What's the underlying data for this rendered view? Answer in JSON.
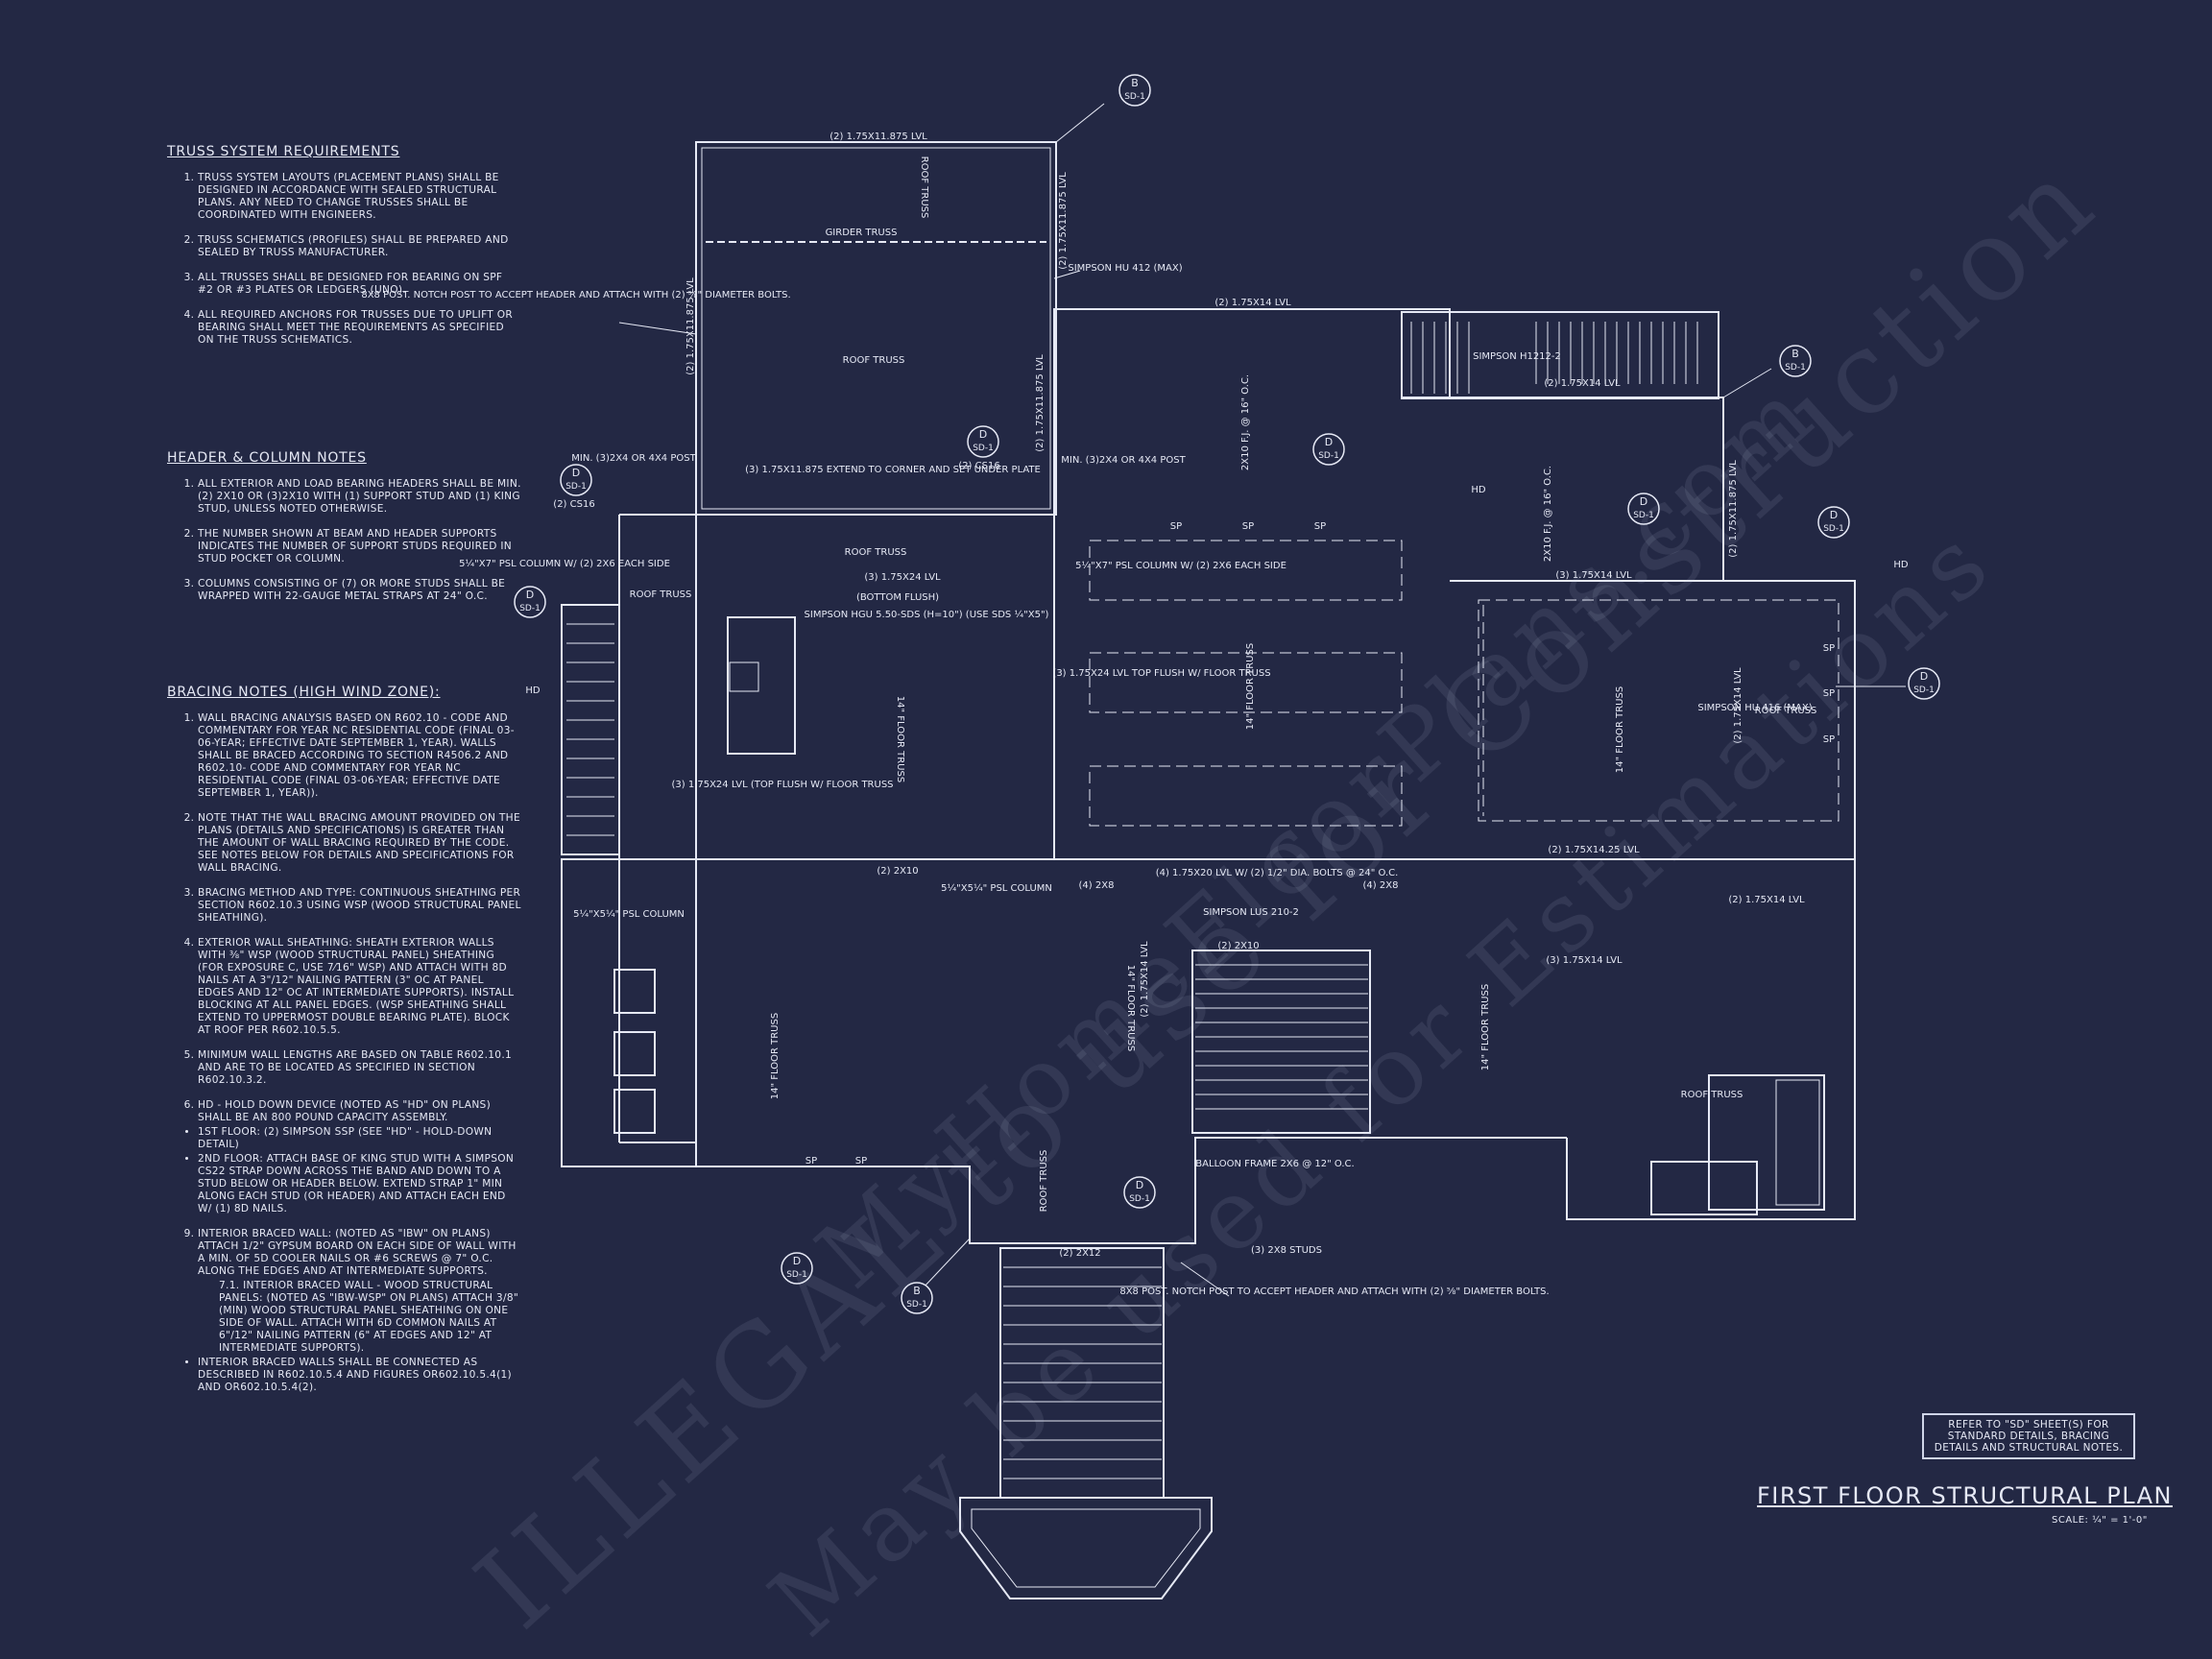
{
  "title": "FIRST FLOOR STRUCTURAL PLAN",
  "scale": "SCALE: ¼\" = 1'-0\"",
  "reference_note": "REFER TO \"SD\" SHEET(S) FOR STANDARD DETAILS, BRACING DETAILS AND STRUCTURAL NOTES.",
  "watermark": {
    "line1": "ILLEGAL to use for Construction",
    "line2": "May be used for Estimations",
    "line3": "MyHomeFloorPlans.com"
  },
  "truss_notes": {
    "heading": "TRUSS SYSTEM REQUIREMENTS",
    "items": [
      "TRUSS SYSTEM LAYOUTS (PLACEMENT PLANS) SHALL BE DESIGNED IN ACCORDANCE WITH SEALED STRUCTURAL PLANS. ANY NEED TO CHANGE TRUSSES SHALL BE COORDINATED WITH ENGINEERS.",
      "TRUSS SCHEMATICS (PROFILES) SHALL BE PREPARED AND SEALED BY TRUSS MANUFACTURER.",
      "ALL TRUSSES SHALL BE DESIGNED FOR BEARING ON SPF #2 OR #3 PLATES OR LEDGERS (UNO).",
      "ALL REQUIRED ANCHORS FOR TRUSSES DUE TO UPLIFT OR BEARING SHALL MEET THE REQUIREMENTS AS SPECIFIED ON THE TRUSS SCHEMATICS."
    ]
  },
  "header_notes": {
    "heading": "HEADER & COLUMN NOTES",
    "items": [
      "ALL EXTERIOR AND LOAD BEARING HEADERS SHALL BE MIN. (2) 2x10 OR (3)2x10 WITH (1) SUPPORT STUD AND (1) KING STUD, UNLESS NOTED OTHERWISE.",
      "THE NUMBER SHOWN AT BEAM AND HEADER SUPPORTS INDICATES THE NUMBER OF SUPPORT STUDS REQUIRED IN STUD POCKET OR COLUMN.",
      "COLUMNS CONSISTING OF (7) OR MORE STUDS SHALL BE WRAPPED WITH 22-GAUGE METAL STRAPS AT 24\" O.C."
    ]
  },
  "bracing_notes": {
    "heading": "BRACING NOTES (HIGH WIND ZONE):",
    "items": [
      "WALL BRACING ANALYSIS BASED ON R602.10 - CODE AND COMMENTARY FOR YEAR NC RESIDENTIAL CODE (FINAL 03-06-YEAR; EFFECTIVE DATE SEPTEMBER 1, YEAR). WALLS SHALL BE BRACED ACCORDING TO SECTION R4506.2 AND R602.10- CODE AND COMMENTARY FOR YEAR NC RESIDENTIAL CODE (FINAL 03-06-YEAR; EFFECTIVE DATE SEPTEMBER 1, YEAR)).",
      "NOTE THAT THE WALL BRACING AMOUNT PROVIDED ON THE PLANS (DETAILS AND SPECIFICATIONS) IS GREATER THAN THE AMOUNT OF WALL BRACING REQUIRED BY THE CODE. SEE NOTES BELOW FOR DETAILS AND SPECIFICATIONS FOR WALL BRACING.",
      "BRACING METHOD AND TYPE: CONTINUOUS SHEATHING PER SECTION R602.10.3 USING WSP (WOOD STRUCTURAL PANEL SHEATHING).",
      "EXTERIOR WALL SHEATHING: SHEATH EXTERIOR WALLS WITH ⅜\" WSP (WOOD STRUCTURAL PANEL) SHEATHING (FOR EXPOSURE C, USE 7⁄16\" WSP) AND ATTACH WITH 8d NAILS AT A 3\"/12\" NAILING PATTERN (3\" OC AT PANEL EDGES AND 12\" OC AT INTERMEDIATE SUPPORTS). INSTALL BLOCKING AT ALL PANEL EDGES. (WSP SHEATHING SHALL EXTEND TO UPPERMOST DOUBLE BEARING PLATE). BLOCK AT ROOF PER R602.10.5.5.",
      "MINIMUM WALL LENGTHS ARE BASED ON TABLE R602.10.1 AND ARE TO BE LOCATED AS SPECIFIED IN SECTION R602.10.3.2.",
      "HD - HOLD DOWN DEVICE (NOTED AS \"HD\" ON PLANS) SHALL BE AN 800 POUND CAPACITY ASSEMBLY."
    ],
    "bullets": [
      "1ST FLOOR: (2) SIMPSON SSP (SEE \"HD\" - HOLD-DOWN DETAIL)",
      "2ND FLOOR: ATTACH BASE OF KING STUD WITH A SIMPSON CS22 STRAP DOWN ACROSS THE BAND AND DOWN TO A STUD BELOW OR HEADER BELOW. EXTEND STRAP 1\" MIN ALONG EACH STUD (OR HEADER) AND ATTACH EACH END W/ (1) 8d NAILS."
    ],
    "item7": "INTERIOR BRACED WALL: (NOTED AS \"IBW\" ON PLANS) ATTACH 1/2\" GYPSUM BOARD ON EACH SIDE OF WALL WITH A MIN. OF 5d COOLER NAILS OR #6 SCREWS @ 7\" O.C. ALONG THE EDGES AND AT INTERMEDIATE SUPPORTS.",
    "item7_1": "7.1. INTERIOR BRACED WALL - WOOD STRUCTURAL PANELS: (NOTED AS \"IBW-WSP\" ON PLANS) ATTACH 3/8\" (MIN) WOOD STRUCTURAL PANEL SHEATHING ON ONE SIDE OF WALL. ATTACH WITH 6d COMMON NAILS AT 6\"/12\" NAILING PATTERN (6\" AT EDGES AND 12\" AT INTERMEDIATE SUPPORTS).",
    "last_bullet": "INTERIOR BRACED WALLS SHALL BE CONNECTED AS DESCRIBED IN R602.10.5.4 AND FIGURES OR602.10.5.4(1) AND OR602.10.5.4(2)."
  },
  "plan_labels": {
    "lvl_top": "(2) 1.75x11.875 LVL",
    "lvl_left_vert": "(2) 1.75x11.875 LVL",
    "lvl_right_vert": "(2) 1.75x11.875 LVL",
    "lvl_mid_vert": "(2) 1.75x11.875 LVL",
    "lvl_upper_right": "(2) 1.75x14 LVL",
    "lvl_deck": "(2) 1.75x14 LVL",
    "lvl_far_right": "(2) 1.75x11.875 LVL",
    "roof_truss_1": "ROOF TRUSS",
    "girder_truss": "GIRDER TRUSS",
    "roof_truss_2": "ROOF TRUSS",
    "post_note_top": "8x8 POST. NOTCH POST TO ACCEPT HEADER AND ATTACH WITH (2) ⅝\" DIAMETER BOLTS.",
    "simpson_hu412": "SIMPSON HU 412 (MAX)",
    "simpson_h1212": "SIMPSON H1212-2",
    "min_post_left": "MIN. (3)2x4 OR 4x4 POST",
    "min_post_mid": "MIN. (3)2x4 OR 4x4 POST",
    "extend_corner": "(3) 1.75x11.875 EXTEND TO CORNER AND SET UNDER PLATE",
    "cs16_left": "(2) CS16",
    "cs16_mid": "(2) CS16",
    "psl_left": "5¼\"x7\" PSL COLUMN W/ (2) 2x6 EACH SIDE",
    "psl_mid": "5¼\"x7\" PSL COLUMN W/ (2) 2x6 EACH SIDE",
    "roof_truss_3": "ROOF TRUSS",
    "roof_truss_4": "ROOF TRUSS",
    "lvl_24": "(3) 1.75x24 LVL",
    "bottom_flush": "(BOTTOM FLUSH)",
    "simpson_hgu": "SIMPSON HGU 5.50-SDS (H=10\") (USE SDS ¼\"x5\")",
    "flush_floor_left": "(3) 1.75x24 LVL (TOP FLUSH W/ FLOOR TRUSS",
    "flush_floor_mid": "(3) 1.75x24 LVL TOP FLUSH W/ FLOOR TRUSS",
    "floor_truss_14_a": "14\" FLOOR TRUSS",
    "floor_truss_14_b": "14\" FLOOR TRUSS",
    "floor_truss_14_c": "14\" FLOOR TRUSS",
    "floor_truss_14_d": "14\" FLOOR TRUSS",
    "floor_truss_14_e": "14\" FLOOR TRUSS",
    "floor_truss_14_f": "14\" FLOOR TRUSS",
    "fj_1": "2x10 F.J. @ 16\" O.C.",
    "fj_2": "2x10 F.J. @ 16\" O.C.",
    "lvl_14_a": "(3) 1.75x14 LVL",
    "lvl_14_b": "(3) 1.75x14 LVL",
    "lvl_14_c": "(2) 1.75x14 LVL",
    "lvl_1425": "(2) 1.75x14.25 LVL",
    "lvl_1420": "(4) 1.75x20 LVL W/ (2) 1/2\" DIA. BOLTS @ 24\" O.C.",
    "lvl_14_vert": "(2) 1.75x14 LVL",
    "lvl_14_vert2": "(2) 1.75x14 LVL",
    "simpson_hu416": "SIMPSON HU 416 (MAX)",
    "simpson_lus": "SIMPSON LUS 210-2",
    "balloon": "BALLOON FRAME 2x6 @ 12\" O.C.",
    "studs_2x8": "(3) 2x8 STUDS",
    "post_note_bottom": "8x8 POST. NOTCH POST TO ACCEPT HEADER AND ATTACH WITH (2) ⅝\" DIAMETER BOLTS.",
    "psl_554_a": "5¼\"x5¼\" PSL COLUMN",
    "psl_554_b": "5¼\"x5¼\" PSL COLUMN",
    "h_2x10_a": "(2) 2x10",
    "h_2x10_b": "(2) 2x10",
    "h_2x8_a": "(4) 2x8",
    "h_2x8_b": "(4) 2x8",
    "h_2x12": "(2) 2x12",
    "roof_truss_5": "ROOF TRUSS",
    "roof_truss_6": "ROOF TRUSS",
    "roof_truss_7": "ROOF TRUSS",
    "hd": "HD",
    "sp": "SP",
    "tag_b": "B",
    "tag_d": "D",
    "sheet_sd1": "SD-1"
  }
}
